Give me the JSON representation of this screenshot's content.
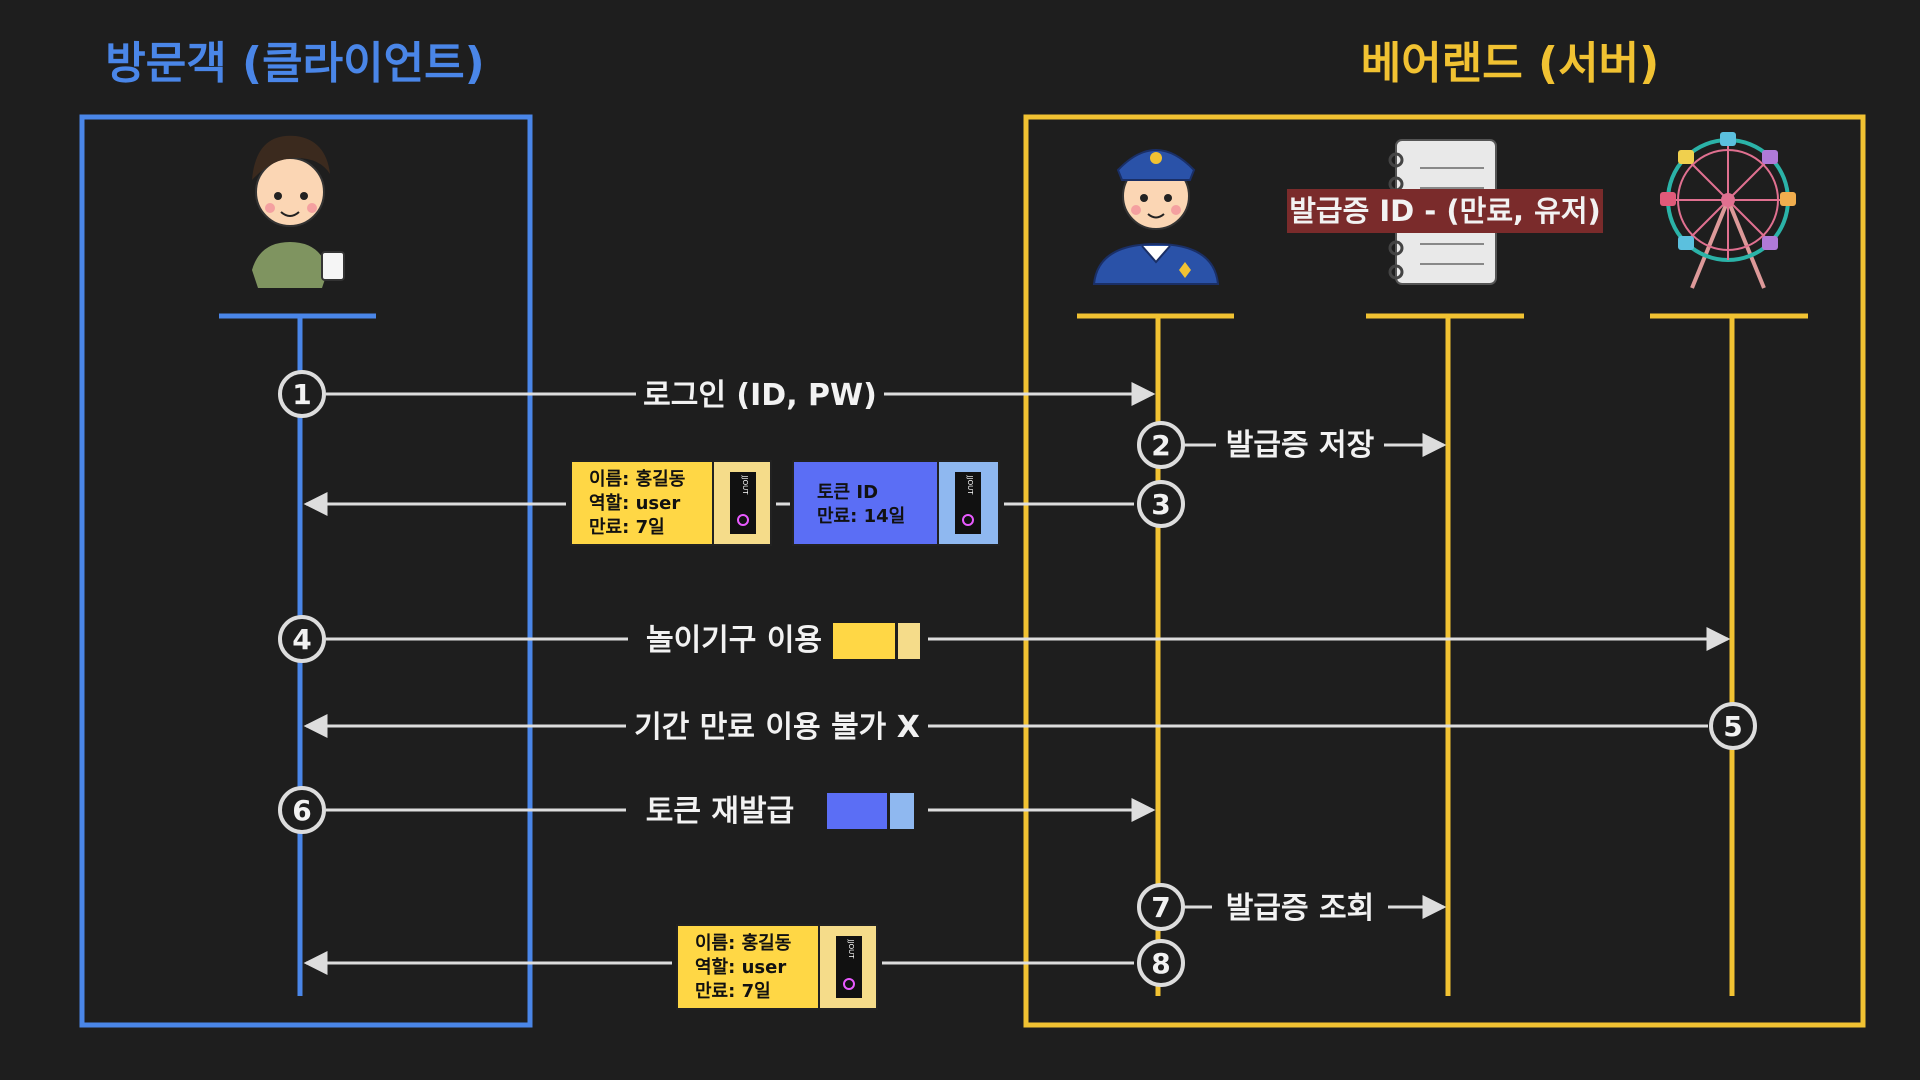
{
  "client": {
    "title": "방문객 (클라이언트)",
    "color": "#4a86e8"
  },
  "server": {
    "title": "베어랜드 (서버)",
    "color": "#f1c232"
  },
  "registry_label": "발급증 ID - (만료, 유저)",
  "steps": [
    {
      "num": "1",
      "label": "로그인 (ID, PW)"
    },
    {
      "num": "2",
      "label": "발급증 저장"
    },
    {
      "num": "3",
      "label": ""
    },
    {
      "num": "4",
      "label": "놀이기구 이용"
    },
    {
      "num": "5",
      "label": "기간 만료 이용 불가 X"
    },
    {
      "num": "6",
      "label": "토큰 재발급"
    },
    {
      "num": "7",
      "label": "발급증 조회"
    },
    {
      "num": "8",
      "label": ""
    }
  ],
  "ticket_yellow": {
    "lines": [
      "이름: 홍길동",
      "역할: user",
      "만료: 7일"
    ],
    "stub": "JJOUT",
    "color": "#ffd745",
    "stub_color": "#f5dc8a"
  },
  "ticket_blue": {
    "lines": [
      "토큰 ID",
      "만료: 14일"
    ],
    "stub": "JJOUT",
    "color": "#5b6ef5",
    "stub_color": "#8fb8f0"
  },
  "colors": {
    "line": "#dddddd",
    "registry_bg": "#7a2b2b",
    "background": "#1e1e1e"
  },
  "icons": [
    "visitor-icon",
    "police-officer-icon",
    "notebook-icon",
    "ferris-wheel-icon"
  ]
}
